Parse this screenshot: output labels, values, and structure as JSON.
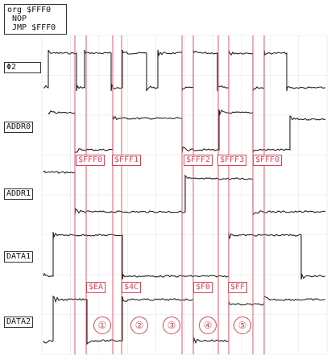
{
  "program": {
    "lines": [
      "org $FFF0",
      "NOP",
      "JMP $FFF0"
    ]
  },
  "channels": [
    {
      "id": "phi2",
      "label": "Φ2"
    },
    {
      "id": "addr0",
      "label": "ADDR0"
    },
    {
      "id": "addr1",
      "label": "ADDR1"
    },
    {
      "id": "data1",
      "label": "DATA1"
    },
    {
      "id": "data2",
      "label": "DATA2"
    }
  ],
  "address_tags": [
    "$FFF0",
    "$FFF1",
    "$FFF2",
    "$FFF3",
    "$FFF0"
  ],
  "data_tags": [
    "$EA",
    "$4C",
    "$F0",
    "$FF"
  ],
  "cycle_markers": [
    "①",
    "②",
    "③",
    "④",
    "⑤"
  ],
  "colors": {
    "grid": "#dfe3e8",
    "trace": "#222222",
    "marker": "#e05a6a",
    "tag": "#d1495b"
  }
}
